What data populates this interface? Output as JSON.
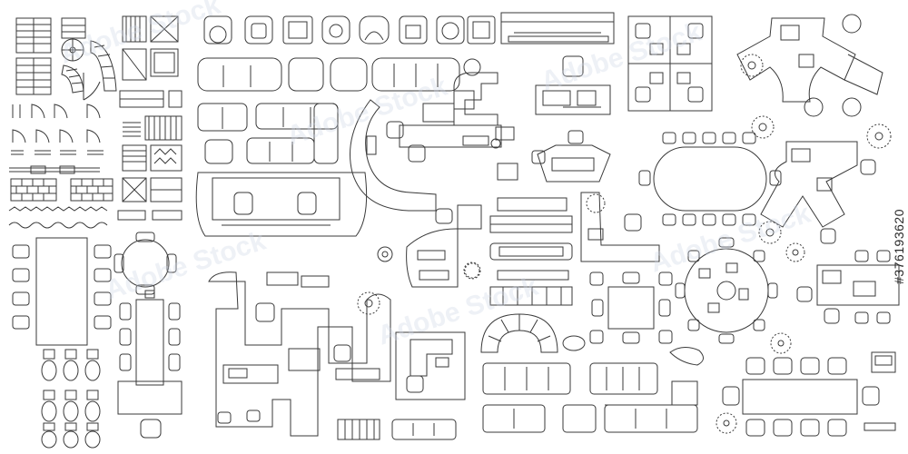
{
  "image": {
    "subject": "Architectural floor plan symbols — top view furniture set",
    "stroke_color": "#3a3a3a",
    "background": "#ffffff"
  },
  "watermark": {
    "text": "Adobe Stock"
  },
  "stock_id": {
    "text": "#376193620"
  }
}
